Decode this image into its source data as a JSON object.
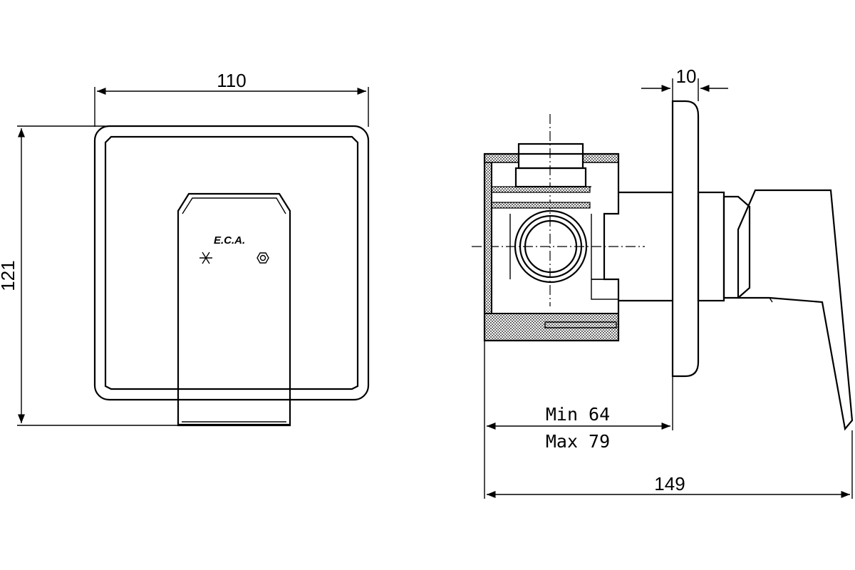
{
  "dimensions": {
    "front_width": "110",
    "front_height": "121",
    "side_plate_thickness": "10",
    "side_min": "Min 64",
    "side_max": "Max 79",
    "side_total": "149"
  },
  "logo": {
    "text": "E.C.A."
  },
  "icons": {
    "cold": "snowflake-icon",
    "hot": "hot-sun-icon"
  }
}
